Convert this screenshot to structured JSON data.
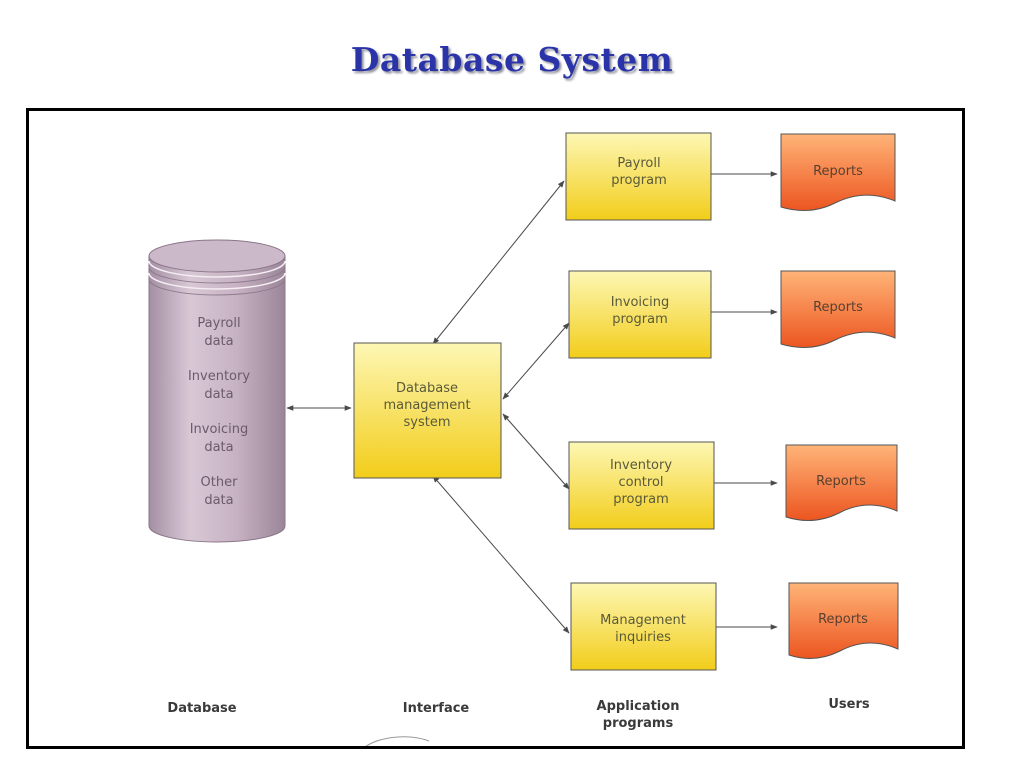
{
  "title": "Database System",
  "database": {
    "lines": [
      "Payroll",
      "data",
      "Inventory",
      "data",
      "Invoicing",
      "data",
      "Other",
      "data"
    ]
  },
  "dbms": {
    "lines": [
      "Database",
      "management",
      "system"
    ]
  },
  "programs": [
    {
      "lines": [
        "Payroll",
        "program"
      ]
    },
    {
      "lines": [
        "Invoicing",
        "program"
      ]
    },
    {
      "lines": [
        "Inventory",
        "control",
        "program"
      ]
    },
    {
      "lines": [
        "Management",
        "inquiries"
      ]
    }
  ],
  "report_label": "Reports",
  "columns": {
    "database": "Database",
    "interface": "Interface",
    "application": [
      "Application",
      "programs"
    ],
    "users": "Users"
  },
  "colors": {
    "title": "#2a34a8",
    "box_top": "#fdf7b0",
    "box_bottom": "#f3cf1c",
    "report_top": "#ffb070",
    "report_bottom": "#ee5a22",
    "cylinder_body": "#c9b4c4",
    "cylinder_dark": "#a38ea2"
  }
}
